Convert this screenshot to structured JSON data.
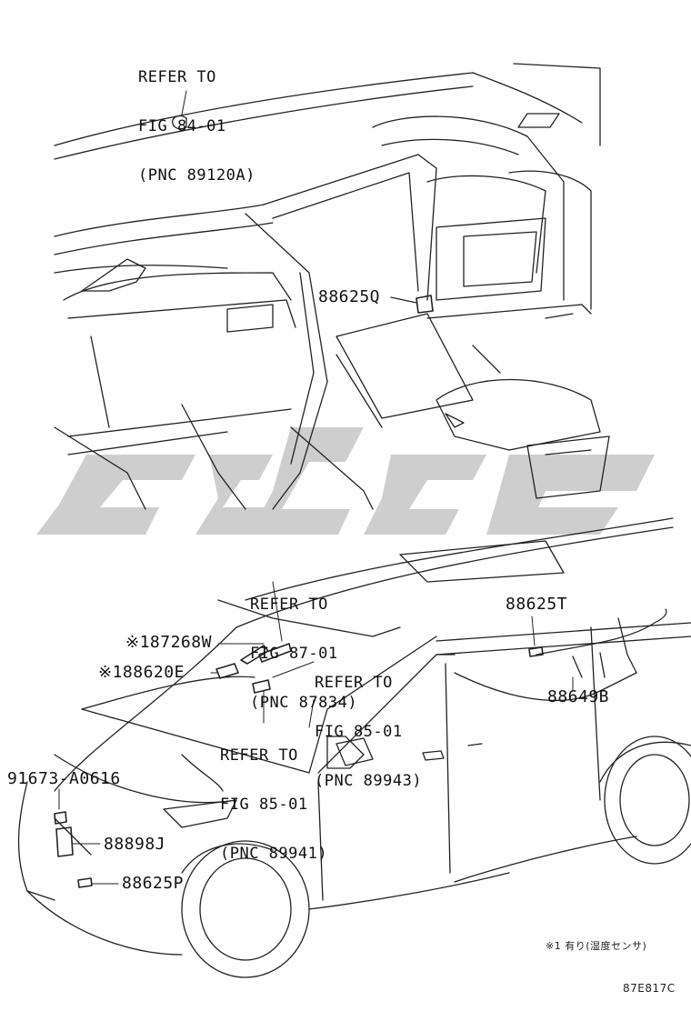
{
  "callouts": {
    "top_ref": [
      "REFER TO",
      "FIG 84-01",
      "(PNC 89120A)"
    ],
    "ref_87": [
      "REFER TO",
      "FIG 87-01",
      "(PNC 87834)"
    ],
    "ref_85a": [
      "REFER TO",
      "FIG 85-01",
      "(PNC 89943)"
    ],
    "ref_85b": [
      "REFER TO",
      "FIG 85-01",
      "(PNC 89941)"
    ]
  },
  "parts": {
    "p88625q": "88625Q",
    "p87268w": "87268W",
    "p88620e": "88620E",
    "p88625t": "88625T",
    "p88649b": "88649B",
    "p91673": "91673-A0616",
    "p88898j": "88898J",
    "p88625p": "88625P",
    "mark": "※1"
  },
  "footnote": "※1 有り(湿度センサ)",
  "figure_code": "87E817C",
  "colors": {
    "watermark": "#c8c8c8",
    "line": "#222222"
  }
}
